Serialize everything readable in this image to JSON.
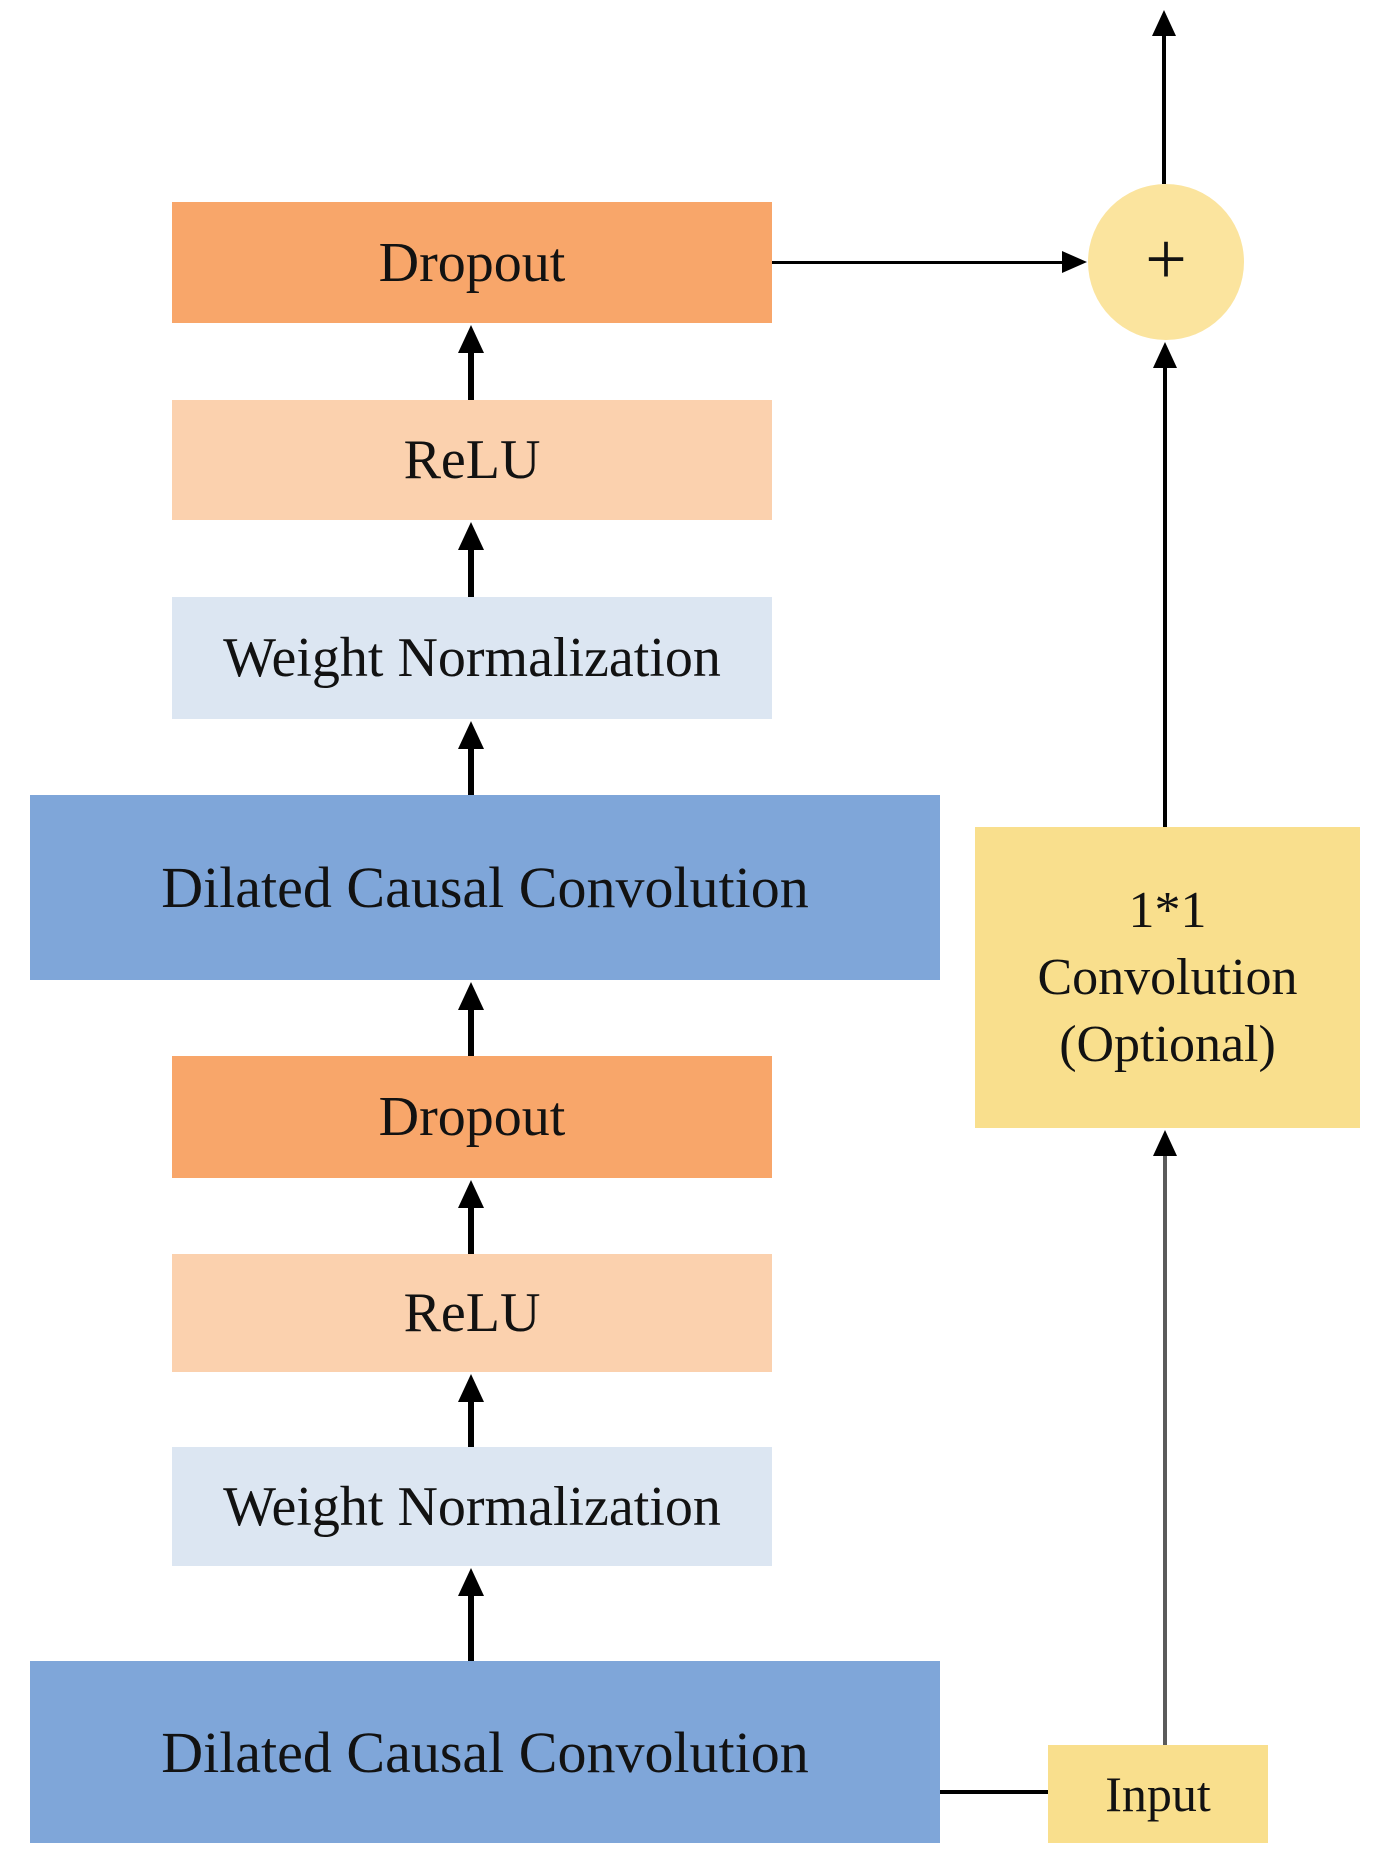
{
  "colors": {
    "dropout": "#F8A66A",
    "relu": "#FBD1AE",
    "weight_norm": "#DCE6F2",
    "dilated_conv": "#7FA6D9",
    "yellow_box": "#F9DF8D",
    "sum_circle": "#FBE49E",
    "arrow": "#000000",
    "background": "#FFFFFF"
  },
  "nodes": {
    "dropout_top": {
      "label": "Dropout"
    },
    "relu_top": {
      "label": "ReLU"
    },
    "wn_top": {
      "label": "Weight Normalization"
    },
    "dcc_top": {
      "label": "Dilated Causal Convolution"
    },
    "dropout_bottom": {
      "label": "Dropout"
    },
    "relu_bottom": {
      "label": "ReLU"
    },
    "wn_bottom": {
      "label": "Weight Normalization"
    },
    "dcc_bottom": {
      "label": "Dilated Causal Convolution"
    },
    "conv_1x1": {
      "lines": [
        "1*1",
        "Convolution",
        "(Optional)"
      ]
    },
    "input": {
      "label": "Input"
    },
    "sum": {
      "symbol": "+"
    }
  }
}
